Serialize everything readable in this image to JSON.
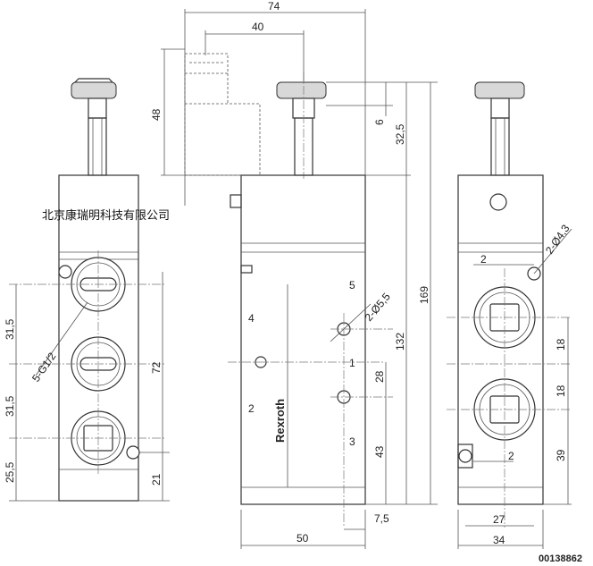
{
  "watermark": "北京康瑞明科技有限公司",
  "drawing_code": "00138862",
  "brand": "Rexroth",
  "port_labels": {
    "p1": "1",
    "p2": "2",
    "p3": "3",
    "p4": "4",
    "p5": "5"
  },
  "dimensions": {
    "d74": "74",
    "d40": "40",
    "d48": "48",
    "d6": "6",
    "d32_5": "32,5",
    "d169": "169",
    "d132": "132",
    "d28": "28",
    "d43": "43",
    "d7_5": "7,5",
    "d50": "50",
    "d72": "72",
    "d21": "21",
    "d31_5_top": "31,5",
    "d31_5_bot": "31,5",
    "d25_5": "25,5",
    "thread": "5-G1/2",
    "hole_front": "2-Ø5,5",
    "hole_side": "2-Ø4,3",
    "d2_top": "2",
    "d2_bot": "2",
    "d18_top": "18",
    "d18_bot": "18",
    "d39": "39",
    "d27": "27",
    "d34": "34"
  }
}
